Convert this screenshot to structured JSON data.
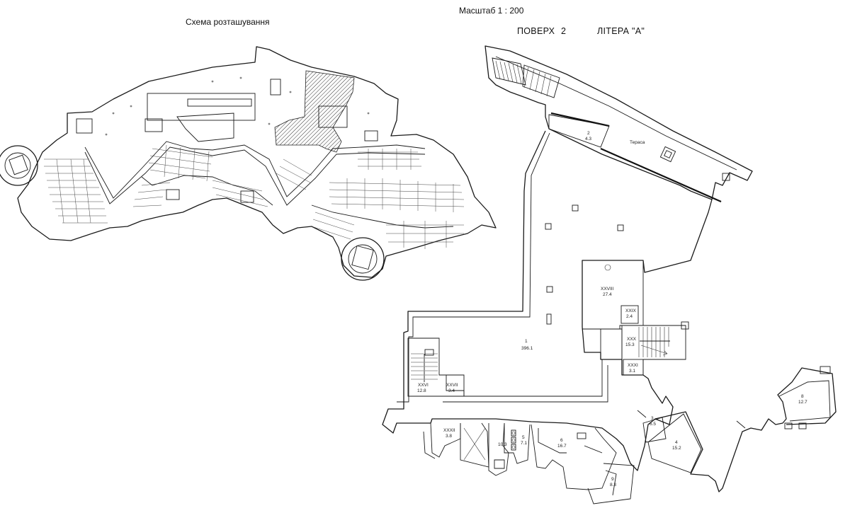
{
  "titles": {
    "schema": "Схема розташування",
    "scale": "Масштаб 1 : 200",
    "floor": "ПОВЕРХ",
    "floor_number": "2",
    "liter": "ЛІТЕРА \"А\""
  },
  "terrace_label": "Тераса",
  "rooms": [
    {
      "num": "1",
      "area": "396.1"
    },
    {
      "num": "2",
      "area": "4.3"
    },
    {
      "num": "3",
      "area": "6.5"
    },
    {
      "num": "4",
      "area": "15.2"
    },
    {
      "num": "5",
      "area": "7.1"
    },
    {
      "num": "6",
      "area": "16.7"
    },
    {
      "num": "8",
      "area": "12.7"
    },
    {
      "num": "9",
      "area": "8.3"
    },
    {
      "num": "XXVIII",
      "area": "27.4"
    },
    {
      "num": "XXIX",
      "area": "2.4"
    },
    {
      "num": "XXX",
      "area": "15.3"
    },
    {
      "num": "XXXI",
      "area": "3.1"
    },
    {
      "num": "XXVI",
      "area": "12.8"
    },
    {
      "num": "XXVII",
      "area": "3.4"
    },
    {
      "num": "XXXII",
      "area": "3.8"
    },
    {
      "num": "",
      "area": "10.3"
    }
  ]
}
